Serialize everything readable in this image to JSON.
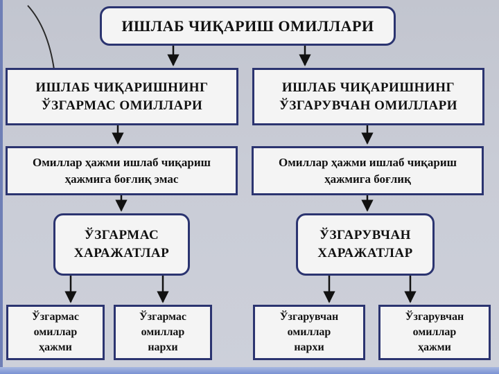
{
  "diagram": {
    "title": "ИШЛАБ ЧИҚАРИШ ОМИЛЛАРИ",
    "left": {
      "header": "ИШЛАБ  ЧИҚАРИШНИНГ\nЎЗГАРМАС  ОМИЛЛАРИ",
      "description": "Омиллар ҳажми ишлаб чиқариш\nҳажмига боғлиқ эмас",
      "cost": "ЎЗГАРМАС\nХАРАЖАТЛАР",
      "leaf_a": "Ўзгармас\nомиллар\nҳажми",
      "leaf_b": "Ўзгармас\nомиллар\nнархи"
    },
    "right": {
      "header": "ИШЛАБ  ЧИҚАРИШНИНГ\nЎЗГАРУВЧАН  ОМИЛЛАРИ",
      "description": "Омиллар ҳажми ишлаб чиқариш\nҳажмига боғлиқ",
      "cost": "ЎЗГАРУВЧАН\nХАРАЖАТЛАР",
      "leaf_a": "Ўзгарувчан\nомиллар\nнархи",
      "leaf_b": "Ўзгарувчан\nомиллар\nҳажми"
    }
  },
  "colors": {
    "border": "#2b3470",
    "box_fill": "#f4f4f4",
    "arrow": "#111111"
  }
}
